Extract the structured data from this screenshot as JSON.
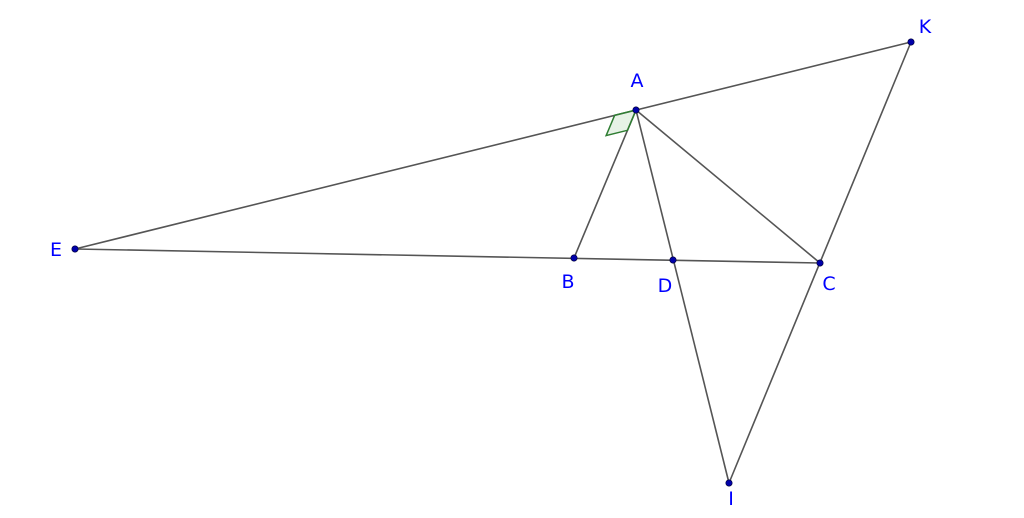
{
  "colors": {
    "point": "#0000aa",
    "label": "#0000ff",
    "segment": "#555555",
    "right_angle_stroke": "#2e7d32",
    "right_angle_fill": "#9ccc9c"
  },
  "points": [
    {
      "id": "A",
      "label": "A"
    },
    {
      "id": "B",
      "label": "B"
    },
    {
      "id": "C",
      "label": "C"
    },
    {
      "id": "D",
      "label": "D"
    },
    {
      "id": "E",
      "label": "E"
    },
    {
      "id": "I",
      "label": "I"
    },
    {
      "id": "K",
      "label": "K"
    }
  ],
  "segments": [
    [
      "E",
      "K"
    ],
    [
      "E",
      "C"
    ],
    [
      "A",
      "B"
    ],
    [
      "A",
      "I"
    ],
    [
      "A",
      "C"
    ],
    [
      "K",
      "I"
    ]
  ],
  "right_angle_marker": {
    "vertex": "A",
    "between": [
      "E",
      "B"
    ]
  }
}
